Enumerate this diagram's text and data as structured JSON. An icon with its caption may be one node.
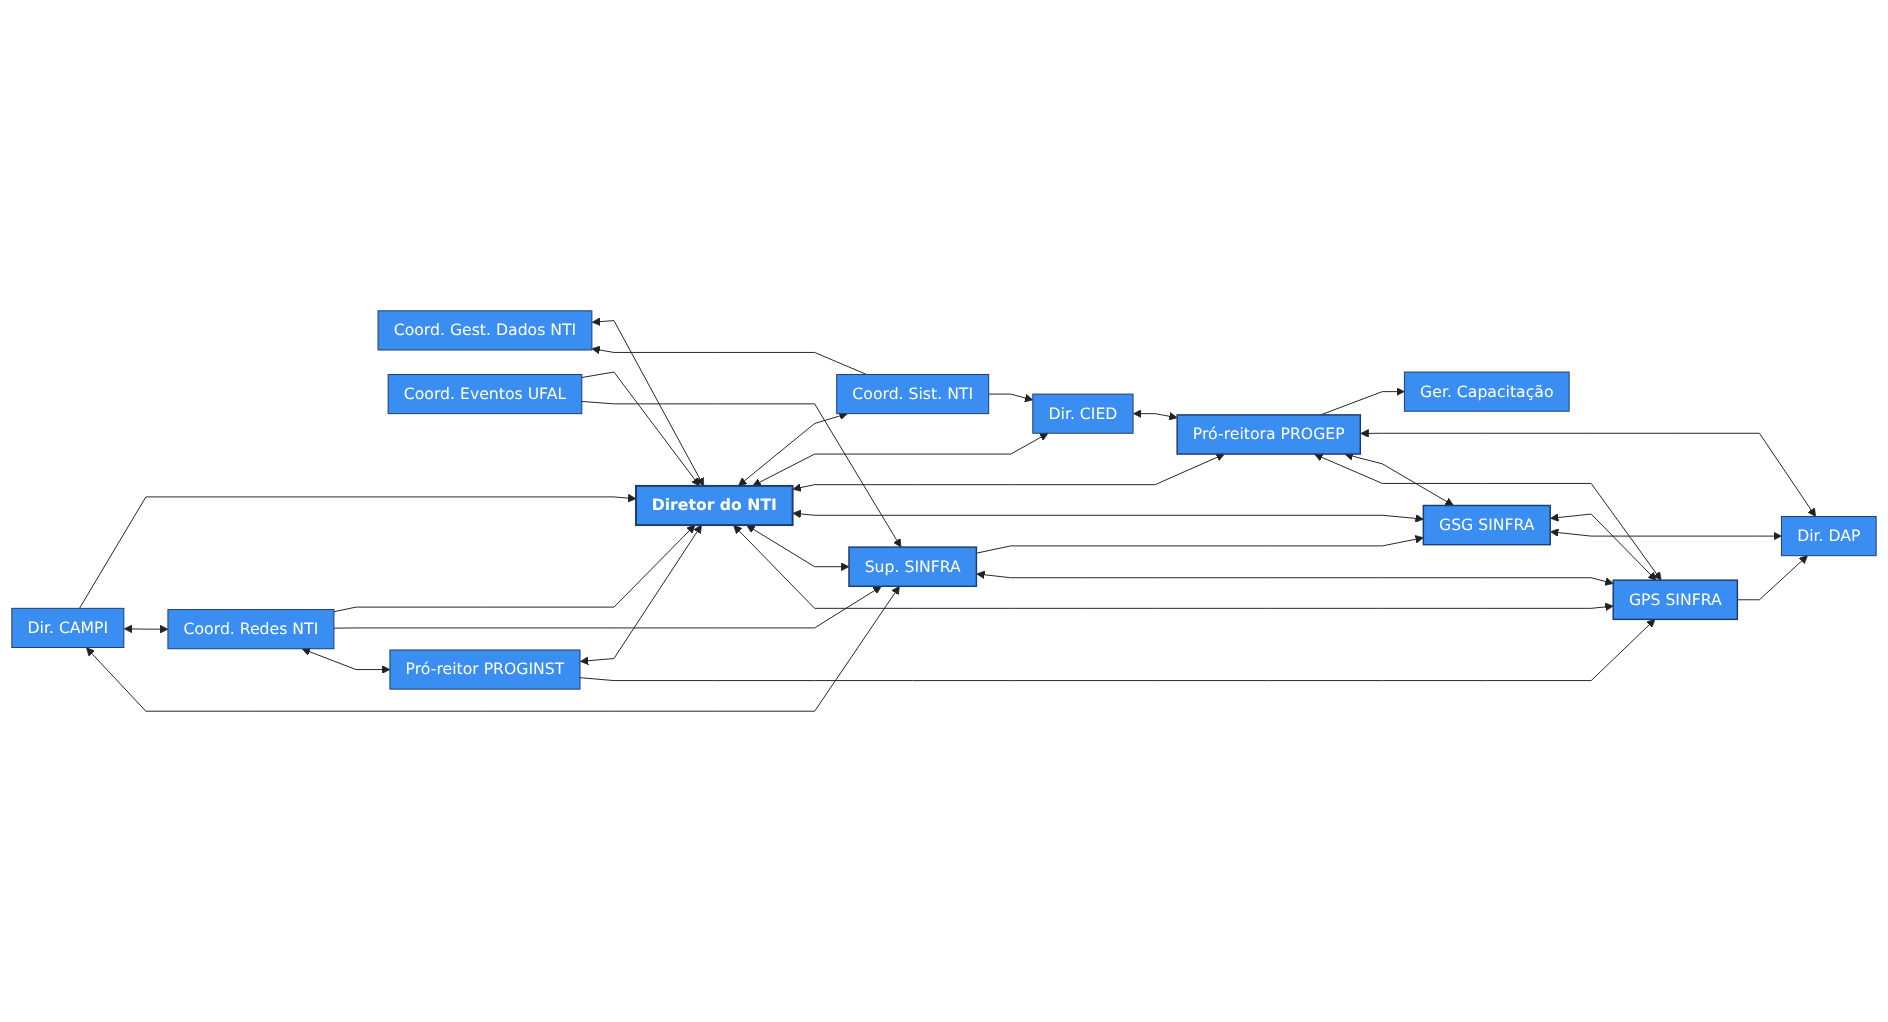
{
  "diagram": {
    "nodes": [
      {
        "text": [
          "Dir. CIED"
        ]
      },
      {
        "text": [
          "Coord. Gest. Dados NTI"
        ]
      },
      {
        "text": [
          "Coord. Sist. NTI"
        ]
      },
      {
        "text": [
          "Ger. Capacitação"
        ]
      },
      {
        "text": [
          "Dir. CAMPI"
        ]
      },
      {
        "text": [
          "Pró-reitora PROGEP"
        ]
      },
      {
        "text": [
          "Diretor do NTI"
        ]
      },
      {
        "text": [
          "GSG SINFRA"
        ]
      },
      {
        "text": [
          "Coord. Redes NTI"
        ]
      },
      {
        "text": [
          "Sup. SINFRA"
        ]
      },
      {
        "text": [
          "Dir. DAP"
        ]
      },
      {
        "text": [
          "Coord. Eventos UFAL"
        ]
      },
      {
        "text": [
          "GPS SINFRA"
        ]
      },
      {
        "text": [
          "Pró-reitor PROGINST"
        ]
      }
    ],
    "edges": [
      {
        "from": 2,
        "to": 1,
        "arrow": "to"
      },
      {
        "from": 2,
        "to": 0,
        "arrow": "to"
      },
      {
        "from": 1,
        "to": 6,
        "arrow": "both"
      },
      {
        "from": 6,
        "to": 2,
        "arrow": "both"
      },
      {
        "from": 4,
        "to": 6,
        "arrow": "to"
      },
      {
        "from": 6,
        "to": 0,
        "arrow": "both"
      },
      {
        "from": 6,
        "to": 5,
        "arrow": "both"
      },
      {
        "from": 0,
        "to": 5,
        "arrow": "both"
      },
      {
        "from": 5,
        "to": 3,
        "arrow": "to"
      },
      {
        "from": 5,
        "to": 10,
        "arrow": "both"
      },
      {
        "from": 5,
        "to": 7,
        "arrow": "both"
      },
      {
        "from": 5,
        "to": 12,
        "arrow": "both"
      },
      {
        "from": 7,
        "to": 12,
        "arrow": "both"
      },
      {
        "from": 7,
        "to": 10,
        "arrow": "both"
      },
      {
        "from": 6,
        "to": 7,
        "arrow": "both"
      },
      {
        "from": 12,
        "to": 10,
        "arrow": "to"
      },
      {
        "from": 9,
        "to": 7,
        "arrow": "to"
      },
      {
        "from": 9,
        "to": 12,
        "arrow": "both"
      },
      {
        "from": 6,
        "to": 9,
        "arrow": "both"
      },
      {
        "from": 13,
        "to": 6,
        "arrow": "both"
      },
      {
        "from": 13,
        "to": 12,
        "arrow": "to"
      },
      {
        "from": 6,
        "to": 12,
        "arrow": "both"
      },
      {
        "from": 8,
        "to": 6,
        "arrow": "to"
      },
      {
        "from": 11,
        "to": 6,
        "arrow": "to"
      },
      {
        "from": 4,
        "to": 8,
        "arrow": "both"
      },
      {
        "from": 4,
        "to": 9,
        "arrow": "both"
      },
      {
        "from": 8,
        "to": 9,
        "arrow": "to"
      },
      {
        "from": 11,
        "to": 9,
        "arrow": "to"
      },
      {
        "from": 8,
        "to": 13,
        "arrow": "both"
      }
    ]
  }
}
